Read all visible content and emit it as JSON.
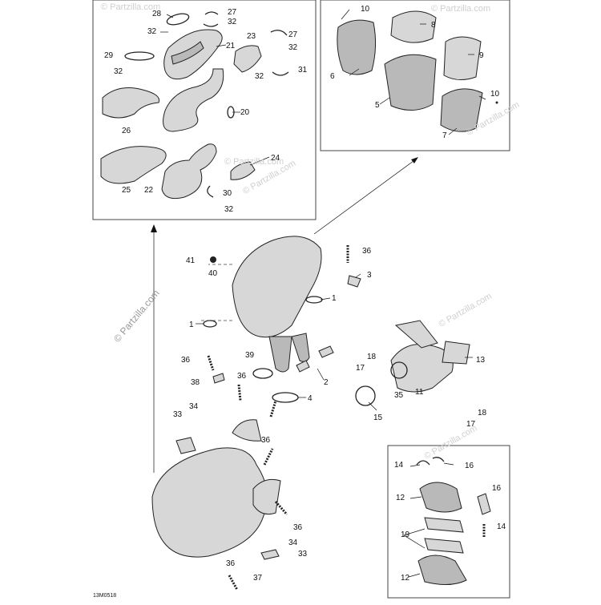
{
  "watermarks": {
    "brand": "© Partzilla.com",
    "site": "© Partzilla.com"
  },
  "drawing_code": "13M0518",
  "callouts": {
    "c28": "28",
    "c27a": "27",
    "c32a": "32",
    "c32b": "32",
    "c21": "21",
    "c23": "23",
    "c27b": "27",
    "c32c": "32",
    "c29": "29",
    "c32d": "32",
    "c32e": "32",
    "c31": "31",
    "c26": "26",
    "c20": "20",
    "c24": "24",
    "c25": "25",
    "c22": "22",
    "c30": "30",
    "c32f": "32",
    "c10a": "10",
    "c8": "8",
    "c6": "6",
    "c9": "9",
    "c5": "5",
    "c10b": "10",
    "c7": "7",
    "c41": "41",
    "c40": "40",
    "c36a": "36",
    "c3": "3",
    "c1a": "1",
    "c1b": "1",
    "c36b": "36",
    "c39": "39",
    "c36c": "36",
    "c38": "38",
    "c2": "2",
    "c4": "4",
    "c18a": "18",
    "c17a": "17",
    "c13": "13",
    "c11": "11",
    "c35": "35",
    "c15": "15",
    "c18b": "18",
    "c17b": "17",
    "c34a": "34",
    "c33a": "33",
    "c36d": "36",
    "c36e": "36",
    "c34b": "34",
    "c33b": "33",
    "c36f": "36",
    "c37": "37",
    "c14a": "14",
    "c16a": "16",
    "c12a": "12",
    "c16b": "16",
    "c19": "19",
    "c14b": "14",
    "c12b": "12"
  }
}
